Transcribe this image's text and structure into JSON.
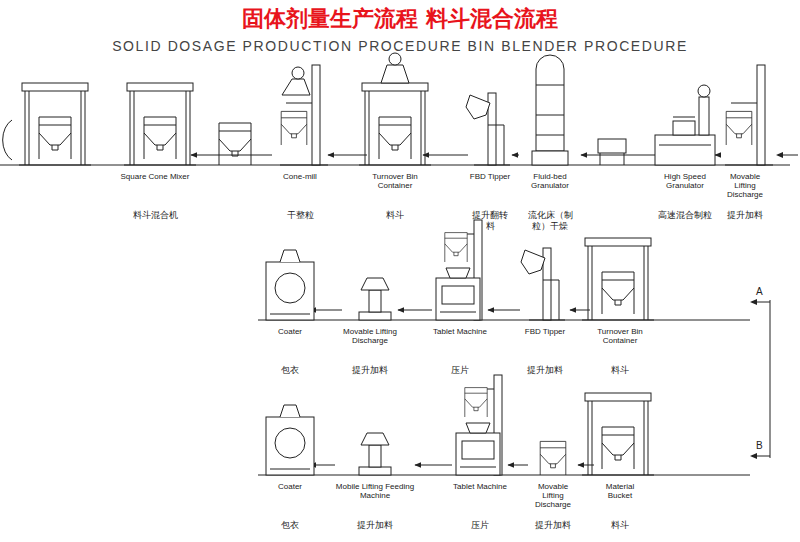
{
  "diagram": {
    "title": "固体剂量生产流程 料斗混合流程",
    "nodes": [
      {
        "text": [
          "Movable Lifting Discharge",
          "提升加料"
        ]
      },
      {
        "text": [
          "High Speed Granulator",
          "高速混合制粒"
        ]
      },
      {
        "text": [
          "Fluid-bed Granulator",
          "流化床（制粒）干燥"
        ]
      },
      {
        "text": [
          "FBD Tipper",
          "提升翻转料"
        ]
      },
      {
        "text": [
          "Turnover Bin Container",
          "料斗"
        ]
      },
      {
        "text": [
          "Cone-mill",
          "干整粒"
        ]
      },
      {
        "text": [
          "Square Cone Mixer",
          "料斗混合机"
        ]
      },
      {
        "text": [
          "Turnover Bin Container",
          "料斗"
        ]
      },
      {
        "text": [
          "FBD Tipper",
          "提升加料"
        ]
      },
      {
        "text": [
          "Tablet Machine",
          "压片"
        ]
      },
      {
        "text": [
          "Movable Lifting Discharge",
          "提升加料"
        ]
      },
      {
        "text": [
          "Coater",
          "包衣"
        ]
      },
      {
        "text": [
          "Material Bucket",
          "料斗"
        ]
      },
      {
        "text": [
          "Movable Lifting Discharge",
          "提升加料"
        ]
      },
      {
        "text": [
          "Tablet Machine",
          "压片"
        ]
      },
      {
        "text": [
          "Mobile Lifting Feeding Machine",
          "提升加料"
        ]
      },
      {
        "text": [
          "Coater",
          "包衣"
        ]
      }
    ],
    "edges": [
      {
        "from": 0,
        "to": 1,
        "arrow": "to"
      },
      {
        "from": 1,
        "to": 2,
        "arrow": "to"
      },
      {
        "from": 2,
        "to": 3,
        "arrow": "to"
      },
      {
        "from": 3,
        "to": 4,
        "arrow": "to"
      },
      {
        "from": 4,
        "to": 5,
        "arrow": "to"
      },
      {
        "from": 5,
        "to": 6,
        "arrow": "to"
      },
      {
        "from": 7,
        "to": 8,
        "arrow": "to"
      },
      {
        "from": 8,
        "to": 9,
        "arrow": "to"
      },
      {
        "from": 9,
        "to": 10,
        "arrow": "to"
      },
      {
        "from": 10,
        "to": 11,
        "arrow": "to"
      },
      {
        "from": 12,
        "to": 13,
        "arrow": "to"
      },
      {
        "from": 13,
        "to": 14,
        "arrow": "to"
      },
      {
        "from": 14,
        "to": 15,
        "arrow": "to"
      },
      {
        "from": 15,
        "to": 16,
        "arrow": "to"
      }
    ],
    "labels": [
      "SOLID DOSAGE PRODUCTION PROCEDURE BIN BLENDER PROCEDURE",
      "A",
      "B"
    ]
  }
}
